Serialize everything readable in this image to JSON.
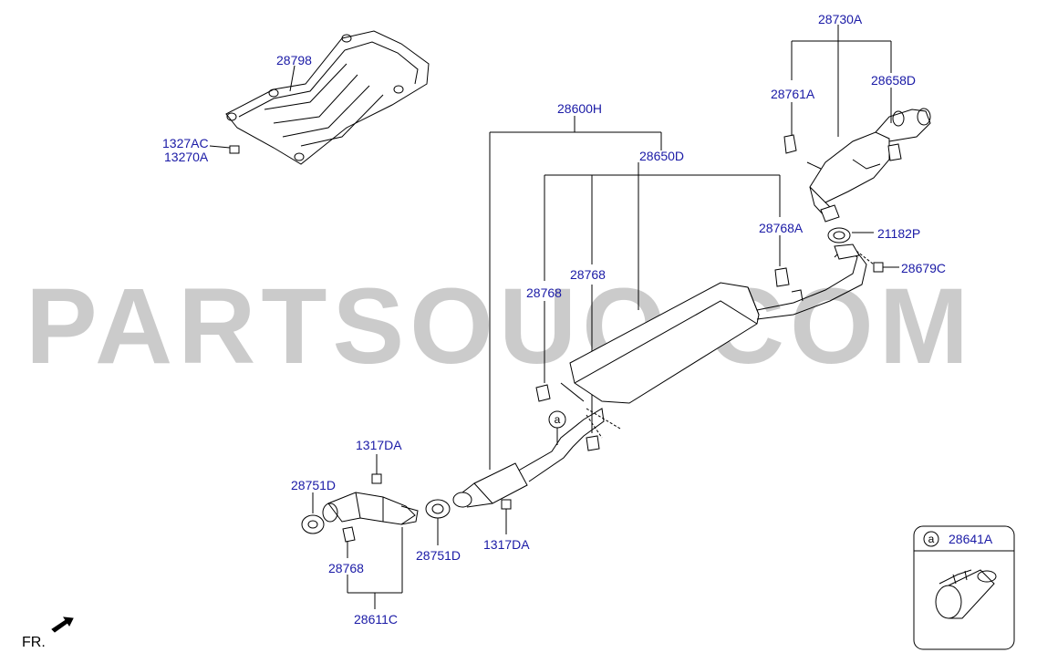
{
  "watermark": "PARTSOUQ.COM",
  "front_indicator": "FR.",
  "callout_marker": "a",
  "inset": {
    "marker": "a",
    "part": "28641A"
  },
  "labels": {
    "p28798": "28798",
    "p1327AC": "1327AC",
    "p13270A": "13270A",
    "p28730A": "28730A",
    "p28761A": "28761A",
    "p28658D": "28658D",
    "p28600H": "28600H",
    "p28650D": "28650D",
    "p28768A": "28768A",
    "p21182P": "21182P",
    "p28679C": "28679C",
    "p28768_a": "28768",
    "p28768_b": "28768",
    "p1317DA_a": "1317DA",
    "p28751D_a": "28751D",
    "p28751D_b": "28751D",
    "p1317DA_b": "1317DA",
    "p28768_c": "28768",
    "p28611C": "28611C"
  }
}
